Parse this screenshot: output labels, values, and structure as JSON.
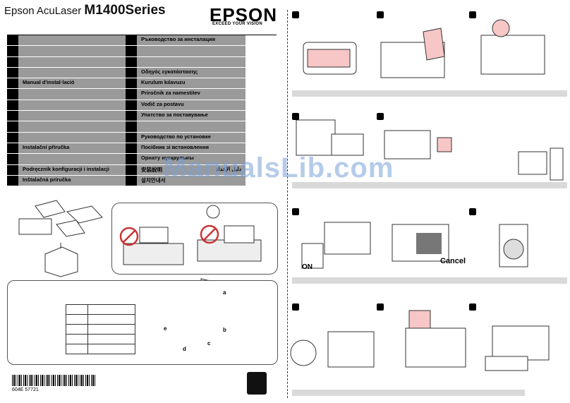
{
  "header": {
    "product_title": "Epson AcuLaser",
    "model": "M1400",
    "series": "Series",
    "brand": "EPSON",
    "tagline": "EXCEED YOUR VISION"
  },
  "language_list": {
    "left": [
      {
        "label": ""
      },
      {
        "label": ""
      },
      {
        "label": ""
      },
      {
        "label": ""
      },
      {
        "label": "Manual d'instal·lació"
      },
      {
        "label": ""
      },
      {
        "label": ""
      },
      {
        "label": ""
      },
      {
        "label": ""
      },
      {
        "label": ""
      },
      {
        "label": "Instalační příručka"
      },
      {
        "label": ""
      },
      {
        "label": "Podręcznik konfiguracji i instalacji"
      },
      {
        "label": "Inštalačná príručka"
      }
    ],
    "right": [
      {
        "label": "Ръководство за инсталация"
      },
      {
        "label": ""
      },
      {
        "label": ""
      },
      {
        "label": "Οδηγός εγκατάστασης"
      },
      {
        "label": "Kurulum kılavuzu"
      },
      {
        "label": "Priročnik za namestitev"
      },
      {
        "label": "Vodič za  postavu"
      },
      {
        "label": "Упатство за поставување"
      },
      {
        "label": ""
      },
      {
        "label": "Руководство по установке"
      },
      {
        "label": "Посібник зі встановлення"
      },
      {
        "label": "Орнату нұсқаулығы"
      },
      {
        "label": "安装說明",
        "rtl": "دليل الإعداد"
      },
      {
        "label": "설치안내서"
      }
    ]
  },
  "clearance_labels": [
    "a",
    "b",
    "c",
    "d",
    "e"
  ],
  "steps": {
    "cancel_label": "Cancel",
    "on_label": "ON"
  },
  "footer": {
    "barcode_number": "604E 57721"
  },
  "watermark": "ManualsLib.com"
}
